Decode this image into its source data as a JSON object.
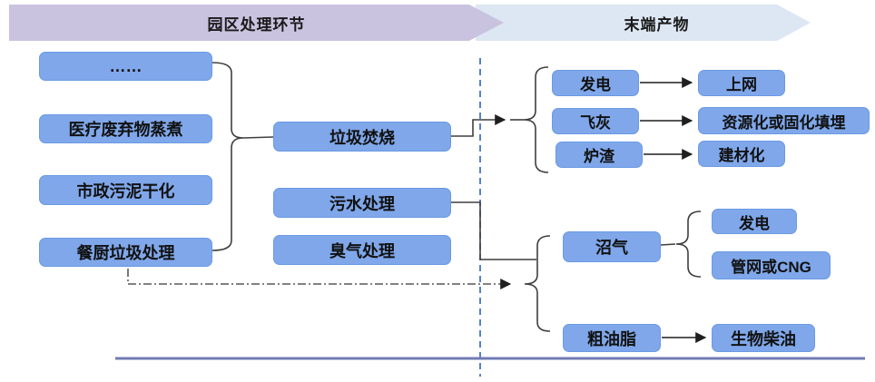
{
  "banners": {
    "process_stage": "园区处理环节",
    "end_products": "末端产物"
  },
  "source_nodes": [
    {
      "label": "……"
    },
    {
      "label": "医疗废弃物蒸煮"
    },
    {
      "label": "市政污泥干化"
    },
    {
      "label": "餐厨垃圾处理"
    }
  ],
  "process_nodes": [
    {
      "label": "垃圾焚烧"
    },
    {
      "label": "污水处理"
    },
    {
      "label": "臭气处理"
    }
  ],
  "incineration_products": [
    {
      "product": "发电",
      "destination": "上网"
    },
    {
      "product": "飞灰",
      "destination": "资源化或固化填埋"
    },
    {
      "product": "炉渣",
      "destination": "建材化"
    }
  ],
  "kitchen_products": {
    "biogas": {
      "label": "沼气",
      "uses": [
        {
          "label": "发电"
        },
        {
          "label": "管网或CNG"
        }
      ]
    },
    "grease": {
      "label": "粗油脂",
      "use": "生物柴油"
    }
  },
  "colors": {
    "node_fill": "#7FA7EA",
    "node_border": "#6B9AE4",
    "banner_process_fill": "#C9C3E0",
    "banner_products_fill": "#DDE7F3",
    "connector": "#3F3F3F",
    "divider_dashed_blue": "#4472C4",
    "bottom_rule": "#717BB4"
  }
}
